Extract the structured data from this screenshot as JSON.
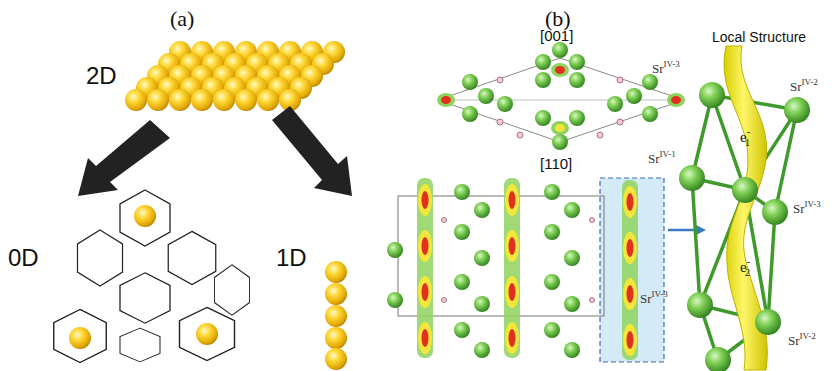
{
  "diagram": {
    "labels": [
      "(a)",
      "(b)",
      "2D",
      "0D",
      "1D",
      "[001]",
      "[110]",
      "Local Structure",
      "Sr",
      "IV-3",
      "Sr",
      "IV-2",
      "Sr",
      "IV-1",
      "Sr",
      "IV-3",
      "Sr",
      "IV-3",
      "Sr",
      "IV-2",
      "e",
      "-",
      "1",
      "e",
      "-",
      "2"
    ]
  }
}
